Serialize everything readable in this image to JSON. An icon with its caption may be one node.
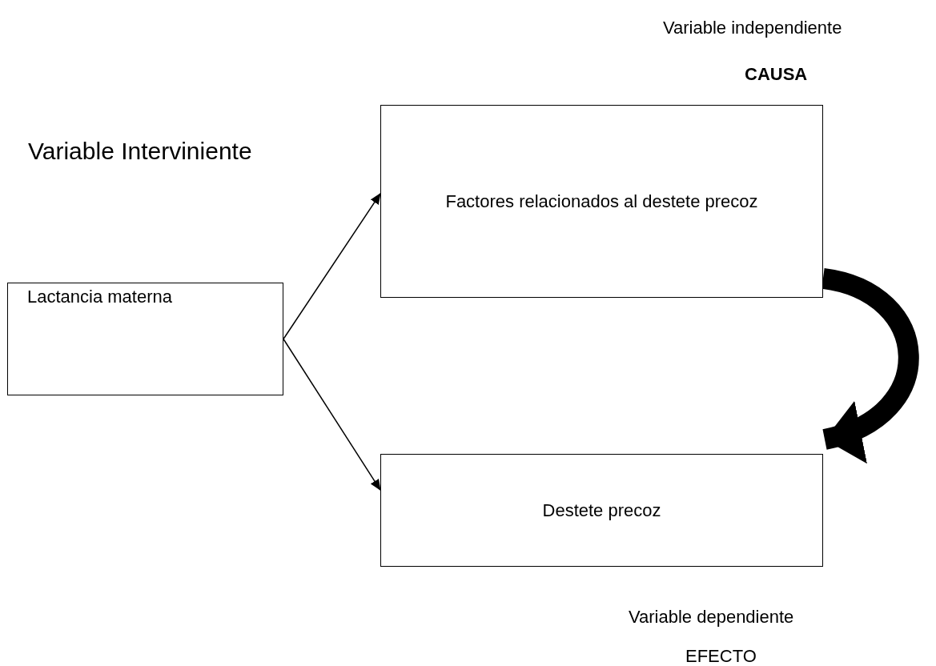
{
  "diagram": {
    "nodes": [
      {
        "text": [
          "Factores relacionados al destete precoz"
        ]
      },
      {
        "text": [
          "Lactancia materna"
        ]
      },
      {
        "text": [
          "Destete precoz"
        ]
      }
    ],
    "edges": [
      {
        "from": 1,
        "to": 0,
        "arrow": "to"
      },
      {
        "from": 1,
        "to": 2,
        "arrow": "to"
      },
      {
        "from": 0,
        "to": 2,
        "arrow": "to",
        "style": "thick"
      }
    ],
    "labels": [
      "Variable independiente",
      "CAUSA",
      "Variable Interviniente",
      "Variable dependiente",
      "EFECTO"
    ]
  }
}
